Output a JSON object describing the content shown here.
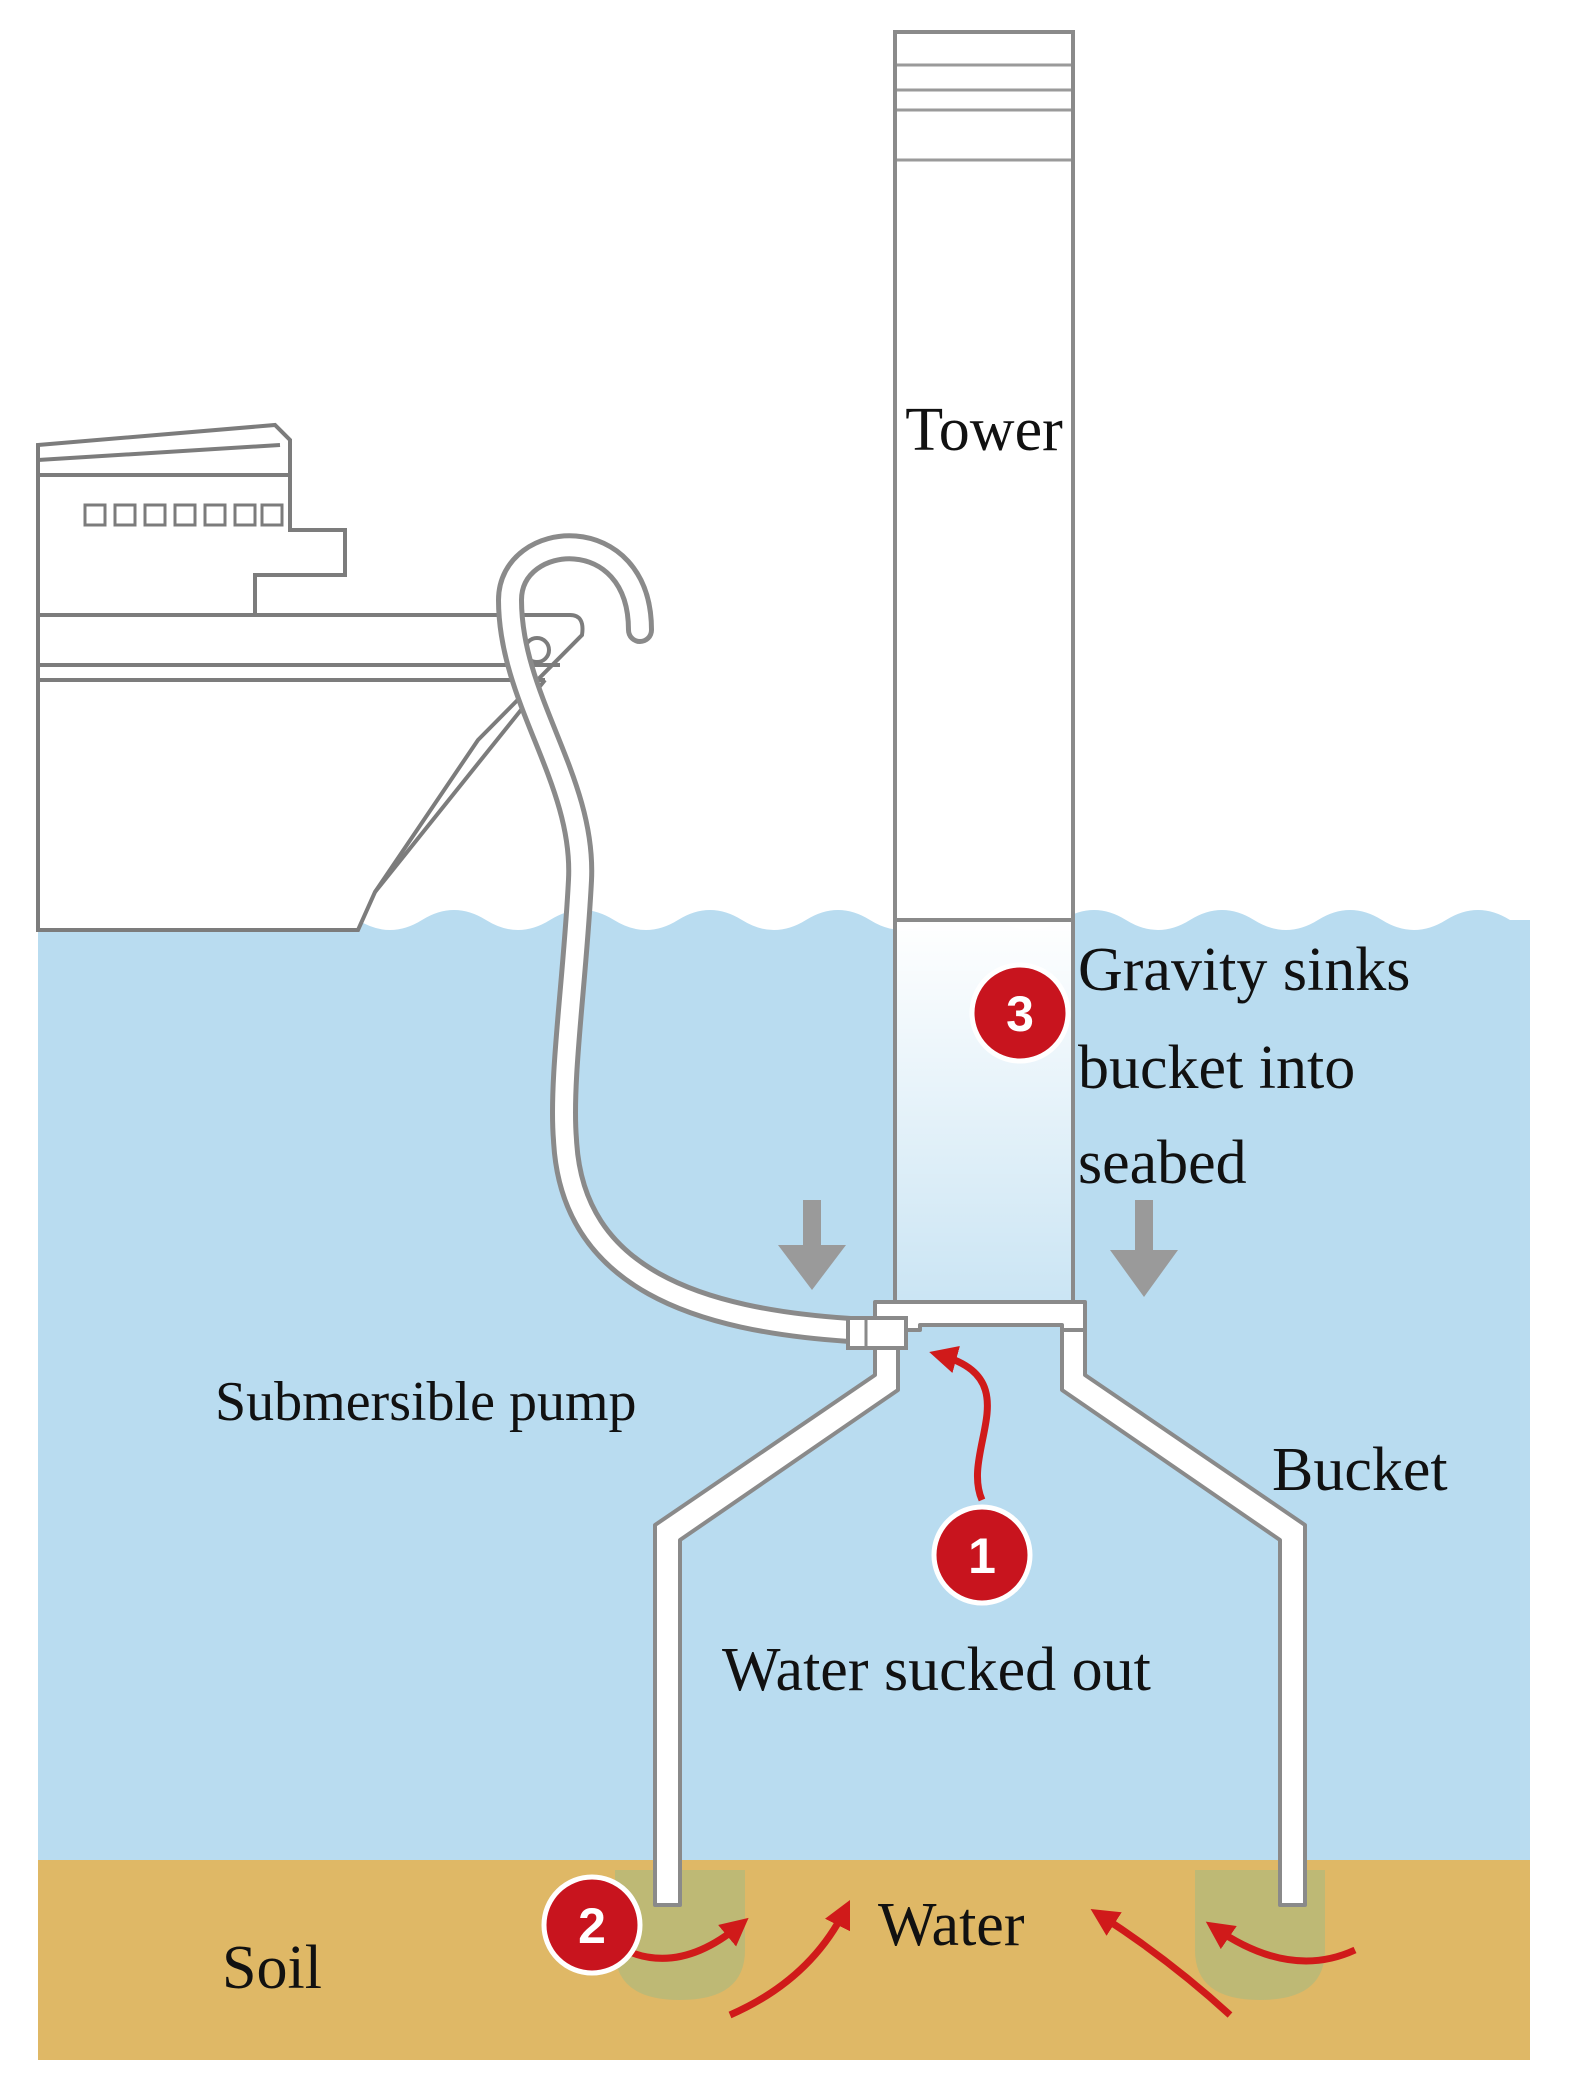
{
  "labels": {
    "tower": "Tower",
    "gravity_line1": "Gravity sinks",
    "gravity_line2": "bucket into",
    "gravity_line3": "seabed",
    "submersible_pump": "Submersible pump",
    "bucket": "Bucket",
    "water_sucked_out": "Water sucked out",
    "water": "Water",
    "soil": "Soil"
  },
  "steps": [
    {
      "number": "1"
    },
    {
      "number": "2"
    },
    {
      "number": "3"
    }
  ],
  "colors": {
    "sea": "#b9dcf0",
    "soil": "#dfb866",
    "soil_disturbed": "#b8b978",
    "structure_fill": "#ffffff",
    "structure_stroke": "#8a8a8a",
    "step_badge": "#c8141e",
    "flow_arrow": "#d01a1a",
    "sink_arrow": "#9a9a9a"
  }
}
